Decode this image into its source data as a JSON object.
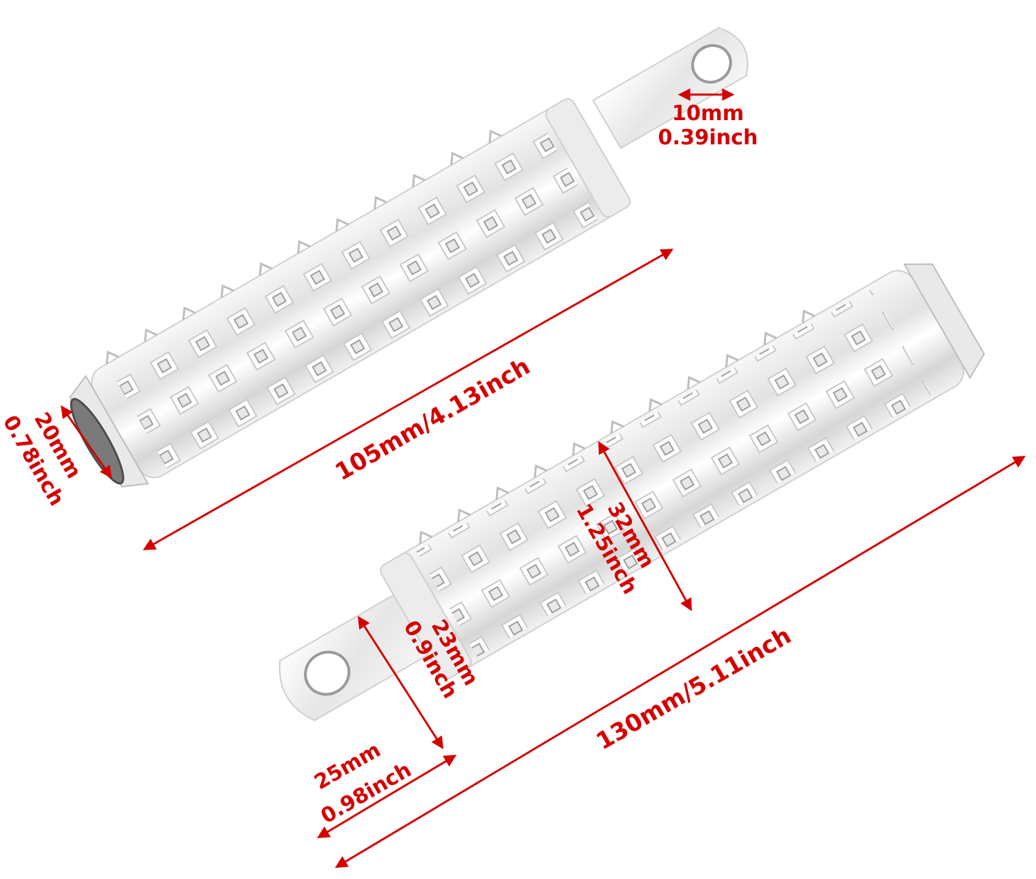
{
  "image": {
    "subject": "two silver aluminum motorcycle foot pegs with knurled grip and mounting tab",
    "background_color": "#ffffff",
    "annotation_color": "#d40000"
  },
  "dimensions": {
    "top_peg_length": "105mm/4.13inch",
    "top_peg_diameter_mm": "20mm",
    "top_peg_diameter_in": "0.78inch",
    "top_hole_mm": "10mm",
    "top_hole_in": "0.39inch",
    "bottom_peg_length": "130mm/5.11inch",
    "bottom_body_diameter_mm": "32mm",
    "bottom_body_diameter_in": "1.25inch",
    "bottom_tab_width_mm": "23mm",
    "bottom_tab_width_in": "0.9inch",
    "bottom_tab_length_mm": "25mm",
    "bottom_tab_length_in": "0.98inch"
  }
}
